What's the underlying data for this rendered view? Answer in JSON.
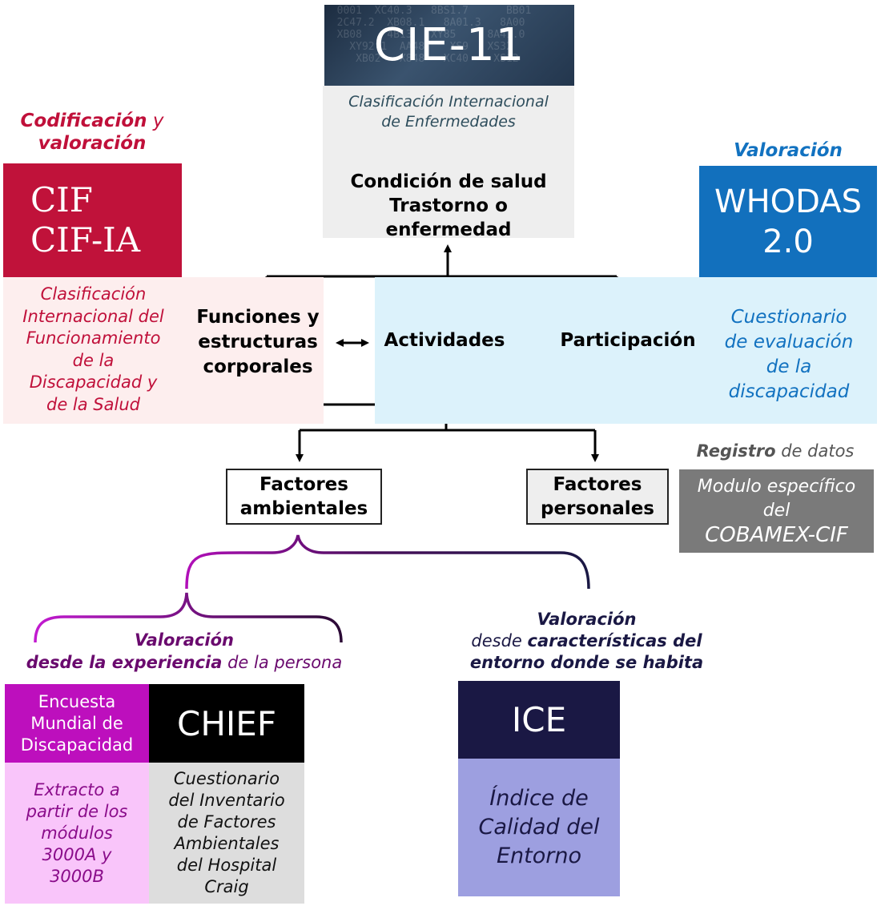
{
  "cie": {
    "title": "CIE-11",
    "subtitle_line1": "Clasificación Internacional",
    "subtitle_line2": "de Enfermedades",
    "condition_lines": [
      "Condición de salud",
      "Trastorno o",
      "enfermedad"
    ]
  },
  "cif": {
    "heading_bold": "Codificación",
    "heading_rest": " y",
    "heading_line2": "valoración",
    "box_lines": [
      "CIF",
      "CIF-IA"
    ],
    "desc_lines": [
      "Clasificación",
      "Internacional del",
      "Funcionamiento",
      "de la",
      "Discapacidad y",
      "de la Salud"
    ]
  },
  "whodas": {
    "heading": "Valoración",
    "box_lines": [
      "WHODAS",
      "2.0"
    ],
    "desc_lines": [
      "Cuestionario",
      "de evaluación",
      "de la",
      "discapacidad"
    ]
  },
  "nodes": {
    "funciones_lines": [
      "Funciones y",
      "estructuras",
      "corporales"
    ],
    "actividades": "Actividades",
    "participacion": "Participación"
  },
  "factores": {
    "ambientales_lines": [
      "Factores",
      "ambientales"
    ],
    "personales_lines": [
      "Factores",
      "personales"
    ]
  },
  "registro": {
    "heading_bold": "Registro",
    "heading_rest": " de datos",
    "box_lines": [
      "Modulo específico",
      "del",
      "COBAMEX-CIF"
    ]
  },
  "valoracion_experiencia": {
    "line1": "Valoración",
    "line2_bold": "desde la experiencia",
    "line2_rest": " de la persona"
  },
  "ems": {
    "box_lines": [
      "Encuesta",
      "Mundial de",
      "Discapacidad"
    ],
    "desc_lines": [
      "Extracto a",
      "partir de los",
      "módulos",
      "3000A y",
      "3000B"
    ]
  },
  "chief": {
    "title": "CHIEF",
    "desc_lines": [
      "Cuestionario",
      "del Inventario",
      "de Factores",
      "Ambientales",
      "del Hospital",
      "Craig"
    ]
  },
  "valoracion_entorno": {
    "line1": "Valoración",
    "line2_rest": "desde ",
    "line2_bold": "características del",
    "line3_bold": "entorno donde se habita"
  },
  "ice": {
    "title": "ICE",
    "desc_lines": [
      "Índice de",
      "Calidad del",
      "Entorno"
    ]
  },
  "colors": {
    "cif_red": "#c0123a",
    "whodas_blue": "#1270bd",
    "ems_magenta": "#bd0fbd",
    "ice_navy": "#1a1844",
    "registro_gray": "#7a7a7a"
  }
}
